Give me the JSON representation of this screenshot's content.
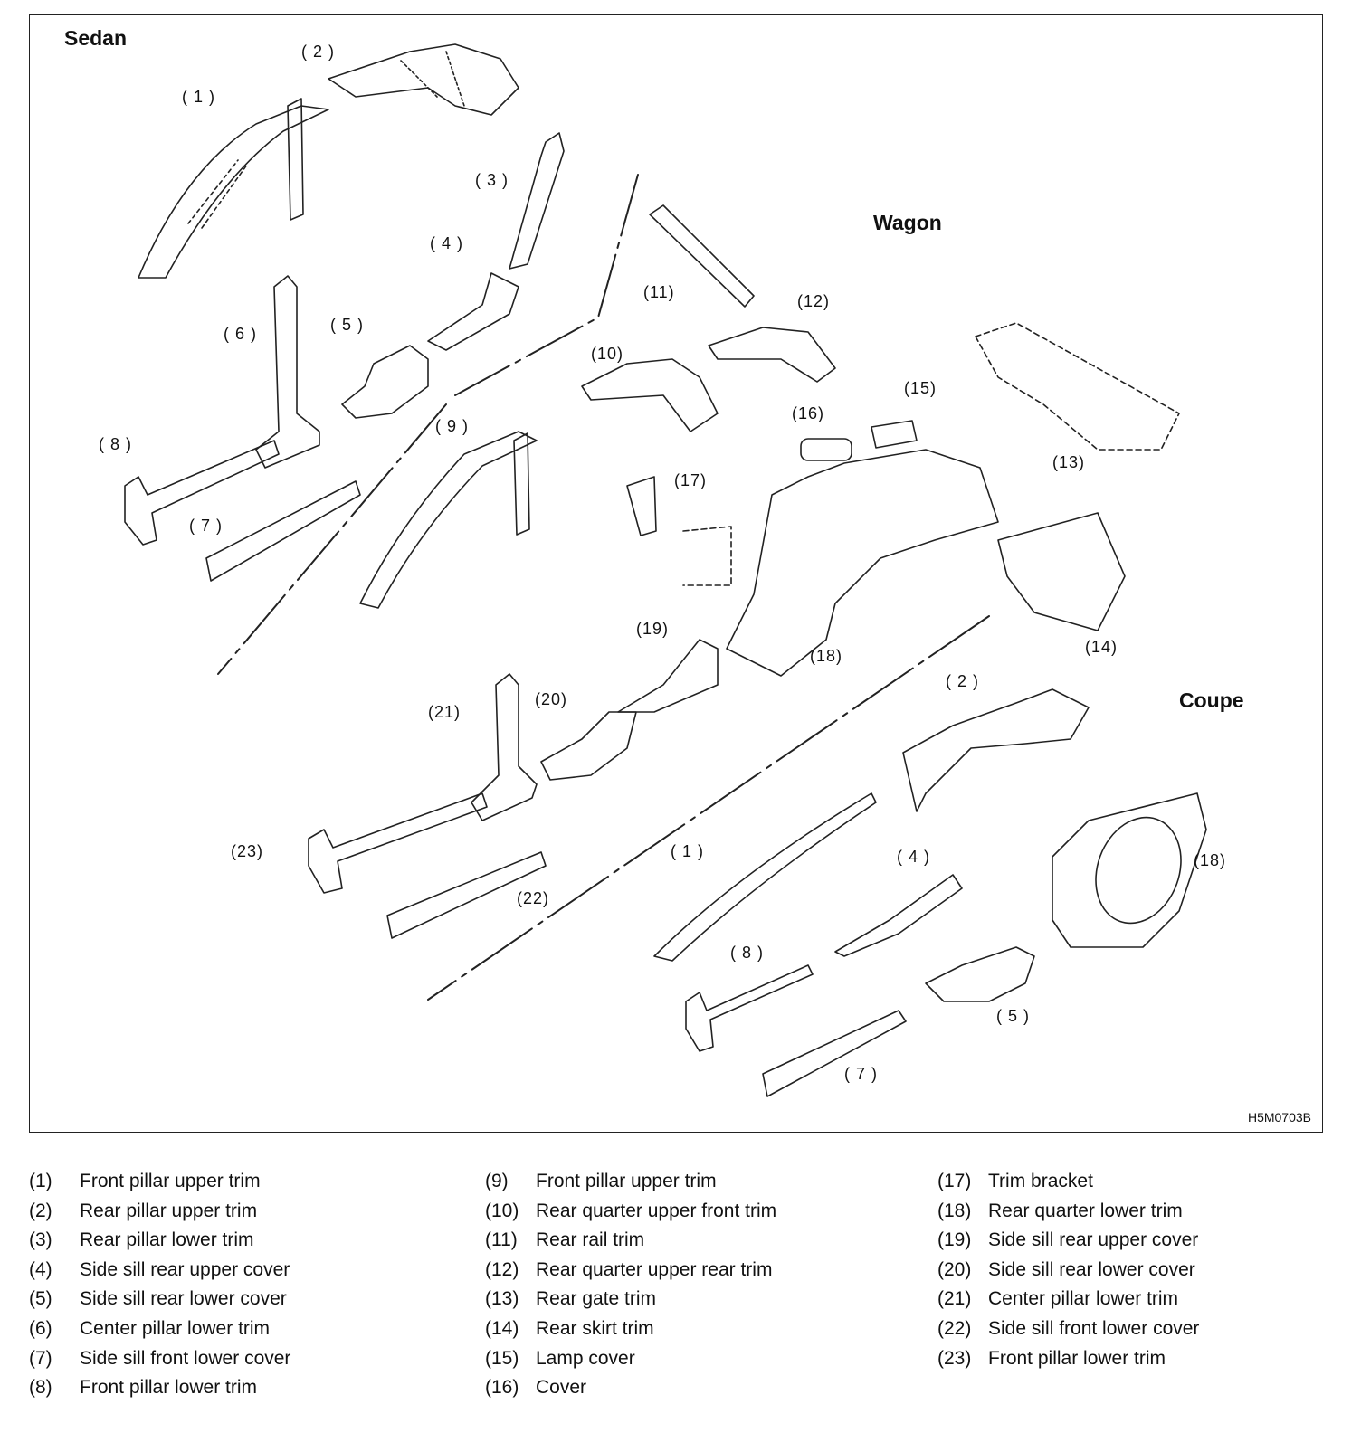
{
  "diagram": {
    "sections": {
      "sedan": "Sedan",
      "wagon": "Wagon",
      "coupe": "Coupe"
    },
    "figure_code": "H5M0703B",
    "callouts": {
      "sedan": [
        "( 1 )",
        "( 2 )",
        "( 3 )",
        "( 4 )",
        "( 5 )",
        "( 6 )",
        "( 7 )",
        "( 8 )"
      ],
      "wagon": [
        "( 9 )",
        "(10)",
        "(11)",
        "(12)",
        "(13)",
        "(14)",
        "(15)",
        "(16)",
        "(17)",
        "(18)",
        "(19)",
        "(20)",
        "(21)",
        "(22)",
        "(23)"
      ],
      "coupe": [
        "( 1 )",
        "( 2 )",
        "( 4 )",
        "( 5 )",
        "( 7 )",
        "( 8 )",
        "(18)"
      ]
    }
  },
  "legend": {
    "columns": [
      [
        {
          "num": "(1)",
          "text": "Front pillar upper trim"
        },
        {
          "num": "(2)",
          "text": "Rear pillar upper trim"
        },
        {
          "num": "(3)",
          "text": "Rear pillar lower trim"
        },
        {
          "num": "(4)",
          "text": "Side sill rear upper cover"
        },
        {
          "num": "(5)",
          "text": "Side sill rear lower cover"
        },
        {
          "num": "(6)",
          "text": "Center pillar lower trim"
        },
        {
          "num": "(7)",
          "text": "Side sill front lower cover"
        },
        {
          "num": "(8)",
          "text": "Front pillar lower trim"
        }
      ],
      [
        {
          "num": "(9)",
          "text": "Front pillar upper trim"
        },
        {
          "num": "(10)",
          "text": "Rear quarter upper front trim"
        },
        {
          "num": "(11)",
          "text": "Rear rail trim"
        },
        {
          "num": "(12)",
          "text": "Rear quarter upper rear trim"
        },
        {
          "num": "(13)",
          "text": "Rear gate trim"
        },
        {
          "num": "(14)",
          "text": "Rear skirt trim"
        },
        {
          "num": "(15)",
          "text": "Lamp cover"
        },
        {
          "num": "(16)",
          "text": "Cover"
        }
      ],
      [
        {
          "num": "(17)",
          "text": "Trim bracket"
        },
        {
          "num": "(18)",
          "text": "Rear quarter lower trim"
        },
        {
          "num": "(19)",
          "text": "Side sill rear upper cover"
        },
        {
          "num": "(20)",
          "text": "Side sill rear lower cover"
        },
        {
          "num": "(21)",
          "text": "Center pillar lower trim"
        },
        {
          "num": "(22)",
          "text": "Side sill front lower cover"
        },
        {
          "num": "(23)",
          "text": "Front pillar lower trim"
        }
      ]
    ]
  }
}
